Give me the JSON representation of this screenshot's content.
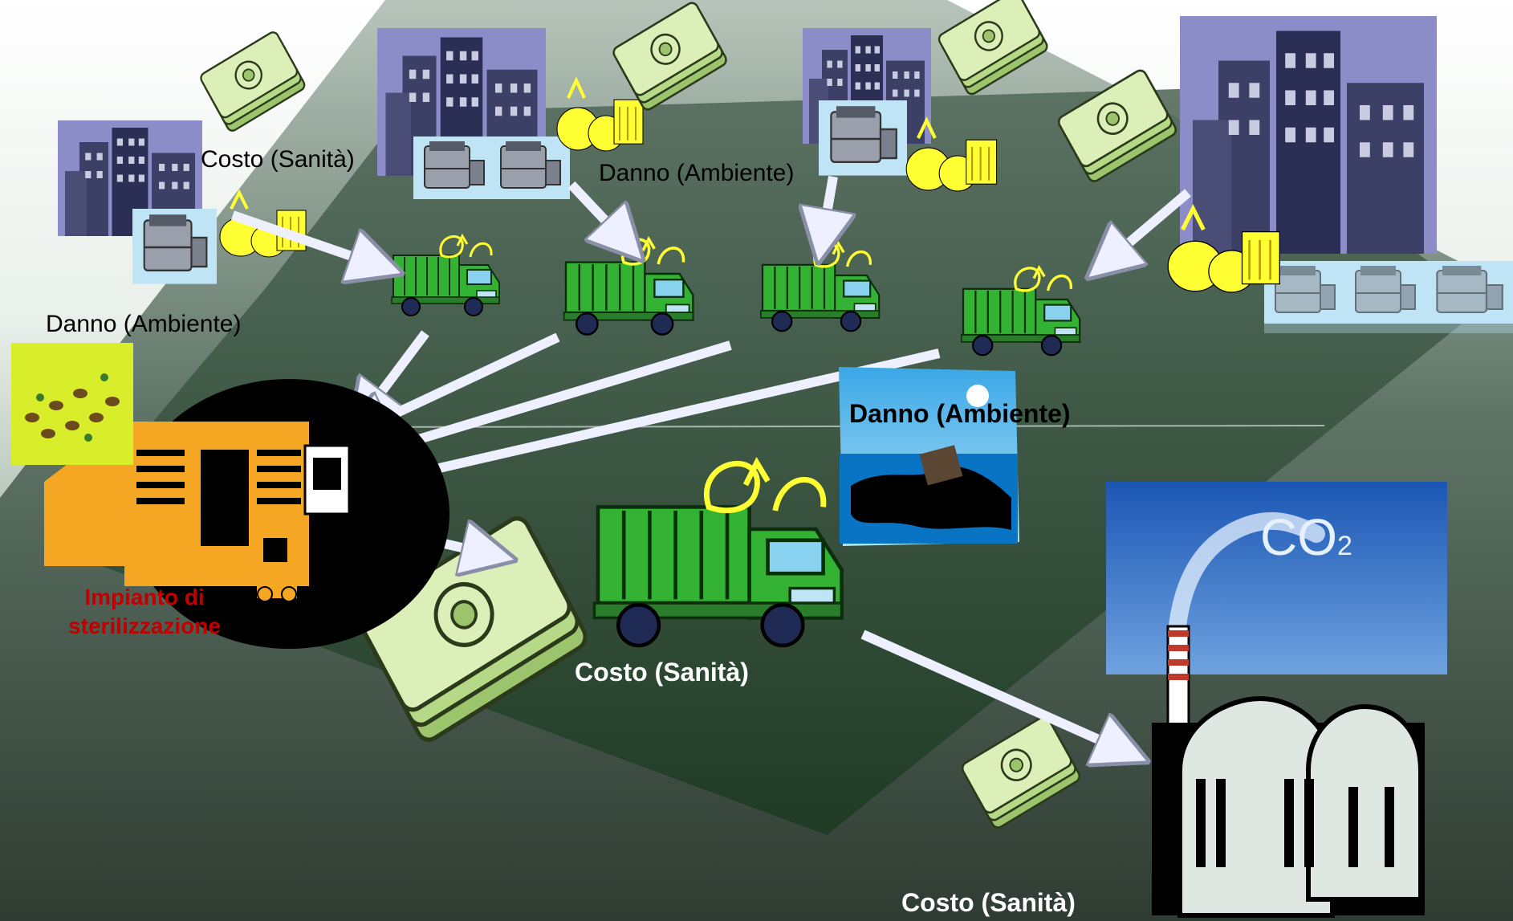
{
  "labels": {
    "costo_sanita_top": "Costo (Sanità)",
    "danno_ambiente_top": "Danno (Ambiente)",
    "danno_ambiente_left": "Danno (Ambiente)",
    "danno_ambiente_sea": "Danno (Ambiente)",
    "costo_sanita_center": "Costo (Sanità)",
    "costo_sanita_bottom": "Costo (Sanità)",
    "impianto_line1": "Impianto di",
    "impianto_line2": "sterilizzazione",
    "co2": "CO",
    "co2_sub": "2"
  },
  "colors": {
    "money": "#c7e39a",
    "truck": "#33b233",
    "waste": "#ffff33",
    "plant": "#f5a623",
    "label_red": "#c00000",
    "sky": "#1f66c6"
  }
}
